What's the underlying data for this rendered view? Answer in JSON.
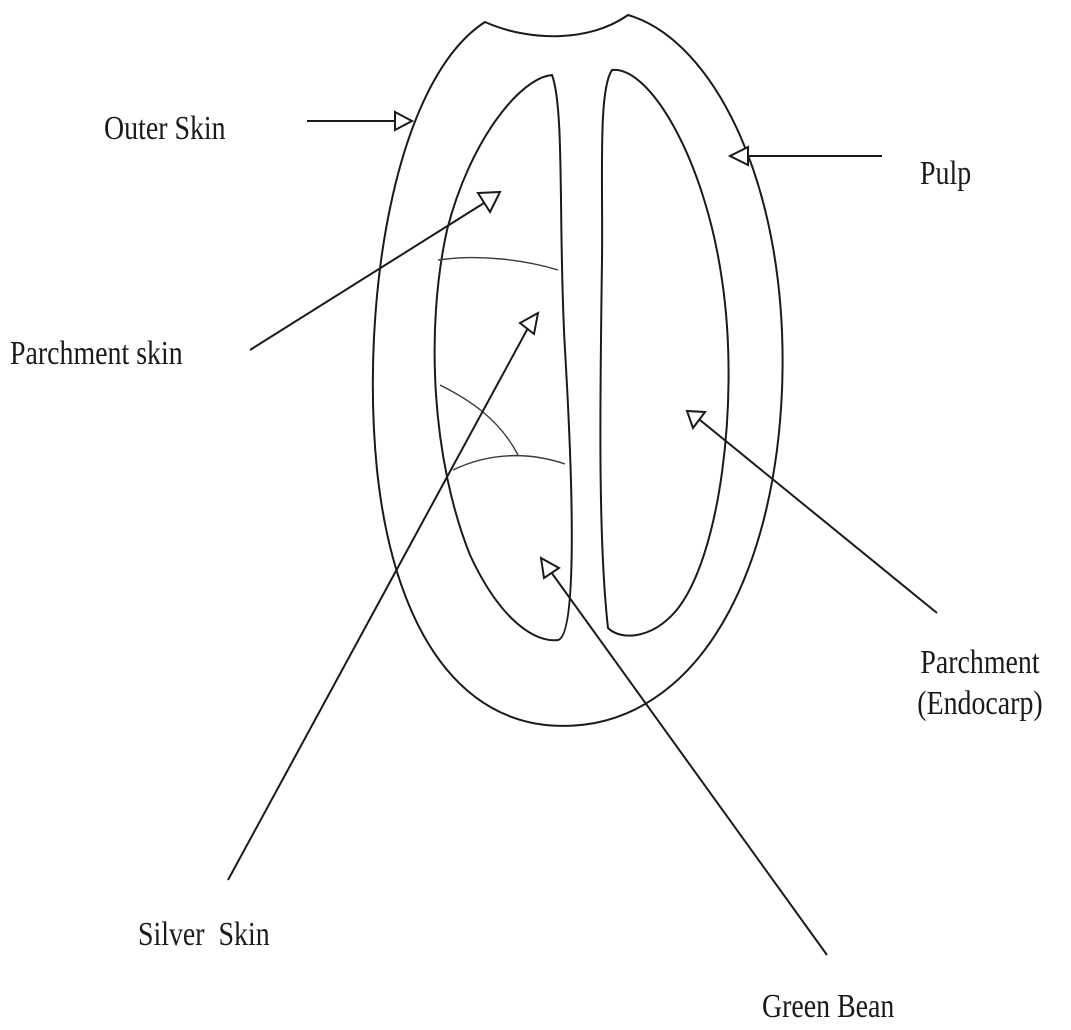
{
  "labels": {
    "outer_skin": "Outer Skin",
    "pulp": "Pulp",
    "parchment_skin": "Parchment skin",
    "parchment_line1": "Parchment",
    "parchment_line2": "(Endocarp)",
    "silver_skin": "Silver  Skin",
    "green_bean": "Green Bean"
  },
  "colors": {
    "ink": "#1a1a1a",
    "background": "#ffffff"
  }
}
